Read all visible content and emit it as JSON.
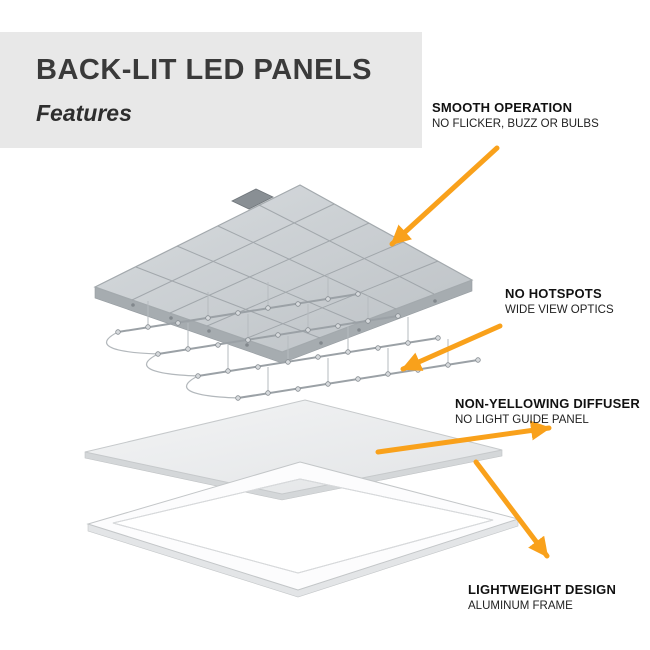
{
  "header": {
    "title": "BACK-LIT LED PANELS",
    "subtitle": "Features",
    "background": "#e8e8e8",
    "text_color": "#3a3a3a"
  },
  "callouts": [
    {
      "id": "smooth-operation",
      "title": "SMOOTH OPERATION",
      "subtitle": "NO FLICKER, BUZZ OR BULBS"
    },
    {
      "id": "no-hotspots",
      "title": "NO HOTSPOTS",
      "subtitle": "WIDE VIEW OPTICS"
    },
    {
      "id": "non-yellowing-diffuser",
      "title": "NON-YELLOWING DIFFUSER",
      "subtitle": "NO LIGHT GUIDE PANEL"
    },
    {
      "id": "lightweight-design",
      "title": "LIGHTWEIGHT DESIGN",
      "subtitle": "ALUMINUM FRAME"
    }
  ],
  "diagram": {
    "arrow_color": "#f9a11b",
    "layers": [
      "back-panel",
      "led-strips",
      "diffuser",
      "aluminum-frame"
    ]
  }
}
